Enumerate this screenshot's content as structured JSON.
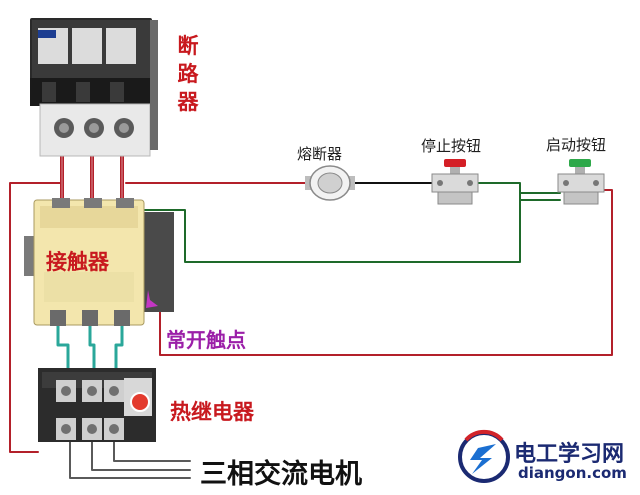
{
  "labels": {
    "breaker": "断路器",
    "fuse": "熔断器",
    "stop_button": "停止按钮",
    "start_button": "启动按钮",
    "contactor": "接触器",
    "no_contact": "常开触点",
    "thermal_relay": "热继电器",
    "motor": "三相交流电机"
  },
  "logo": {
    "name": "电工学习网",
    "url": "diangon.com"
  },
  "colors": {
    "power_wire": "#b3202a",
    "control_wire": "#1e6a2a",
    "label_red": "#c8191e",
    "label_purple": "#9b1fa8",
    "logo_blue": "#1b2a72",
    "stop_button": "#d41f26",
    "start_button": "#2ea84a",
    "contactor_body": "#f3e6ad",
    "breaker_body": "#e9e9e9"
  },
  "icons": [
    "breaker-icon",
    "fuse-icon",
    "stop-button-icon",
    "start-button-icon",
    "contactor-icon",
    "thermal-relay-icon",
    "logo-icon"
  ]
}
